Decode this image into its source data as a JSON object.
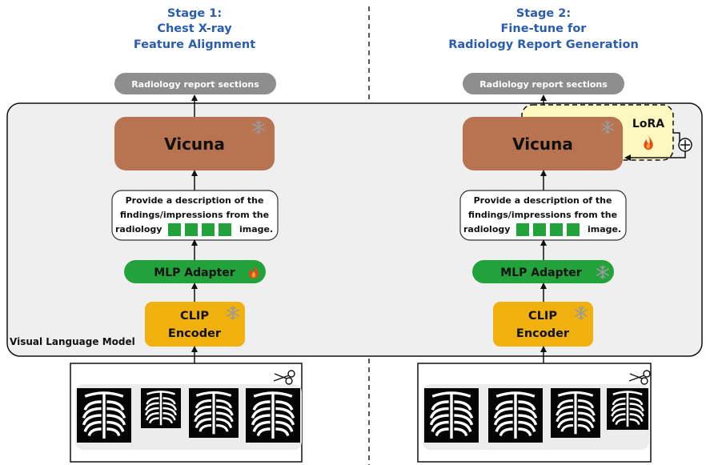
{
  "stages": [
    {
      "title_lines": [
        "Stage 1:",
        "Chest X-ray",
        "Feature Alignment"
      ]
    },
    {
      "title_lines": [
        "Stage 2:",
        "Fine-tune for",
        "Radiology Report Generation"
      ]
    }
  ],
  "output_label": "Radiology report sections",
  "llm_label": "Vicuna",
  "prompt_lines": [
    "Provide a description of the",
    "findings/impressions from the"
  ],
  "prompt_last_start": "radiology",
  "prompt_last_end": "image.",
  "adapter_label": "MLP Adapter",
  "encoder_lines": [
    "CLIP",
    "Encoder"
  ],
  "lora_label": "LoRA",
  "vlm_label": "Visual Language Model",
  "colors": {
    "stage_title": "#2a5db0",
    "vicuna": "#b87350",
    "mlp": "#22a23b",
    "clip": "#f0b10f",
    "lora_fill": "#fdf7c0",
    "output_pill": "#8e8e8e",
    "vlm_panel": "#efefef",
    "token": "#22a23b"
  },
  "icons": {
    "frozen": "snowflake-icon",
    "trainable": "fire-icon",
    "crop": "scissors-icon",
    "sum": "circle-plus-icon"
  }
}
